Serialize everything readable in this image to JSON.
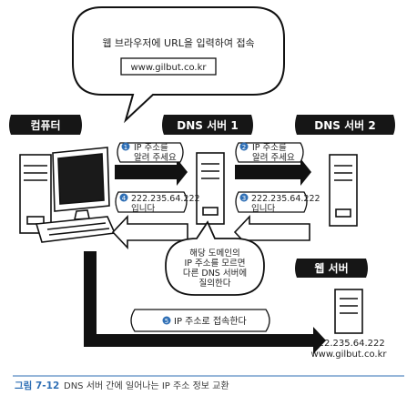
{
  "bubble_top": {
    "line1": "웹 브라우저에 URL을 입력하여 접속",
    "url": "www.gilbut.co.kr"
  },
  "labels": {
    "computer": "컴퓨터",
    "dns1": "DNS 서버 1",
    "dns2": "DNS 서버 2",
    "web": "웹 서버"
  },
  "steps": {
    "s1": {
      "num": "1",
      "line1": "IP 주소를",
      "line2": "알려 주세요"
    },
    "s2": {
      "num": "2",
      "line1": "IP 주소를",
      "line2": "알려 주세요"
    },
    "s3": {
      "num": "3",
      "line1": "222.235.64.222",
      "line2": "입니다"
    },
    "s4": {
      "num": "4",
      "line1": "222.235.64.222",
      "line2": "입니다"
    },
    "s5": {
      "num": "5",
      "line1": "IP 주소로 접속한다"
    }
  },
  "bubble_mid": {
    "lines": [
      "해당 도메인의",
      "IP 주소를 모르면",
      "다른 DNS 서버에",
      "질의한다"
    ]
  },
  "web_server": {
    "ip": "222.235.64.222",
    "domain": "www.gilbut.co.kr"
  },
  "caption": {
    "label": "그림 7-12",
    "text": "DNS 서버 간에 일어나는 IP 주소 정보 교환"
  }
}
